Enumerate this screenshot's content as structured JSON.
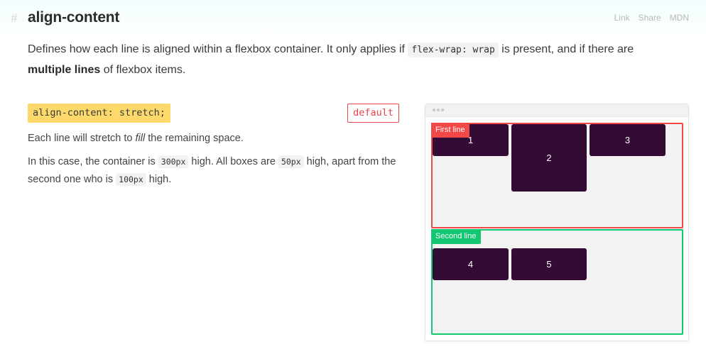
{
  "header": {
    "anchor_symbol": "#",
    "title": "align-content",
    "links": [
      "Link",
      "Share",
      "MDN"
    ]
  },
  "intro": {
    "text_1": "Defines how each line is aligned within a flexbox container. It only applies if ",
    "code": "flex-wrap: wrap",
    "text_2": " is present, and if there are ",
    "bold": "multiple lines",
    "text_3": " of flexbox items."
  },
  "example": {
    "property_code": "align-content: stretch;",
    "badge": "default",
    "desc1": {
      "text_1": "Each line will stretch to ",
      "em": "fill",
      "text_2": " the remaining space."
    },
    "desc2": {
      "text_1": "In this case, the container is ",
      "code_1": "300px",
      "text_2": " high. All boxes are ",
      "code_2": "50px",
      "text_3": " high, apart from the second one who is ",
      "code_3": "100px",
      "text_4": " high."
    }
  },
  "demo": {
    "window_dots_icon": "three-dots",
    "lines": [
      {
        "label": "First line",
        "color": "#f24848"
      },
      {
        "label": "Second line",
        "color": "#11c76f"
      }
    ],
    "items": [
      "1",
      "2",
      "3",
      "4",
      "5"
    ],
    "item_color": "#330b34",
    "container_bg": "#f2f2f2"
  }
}
